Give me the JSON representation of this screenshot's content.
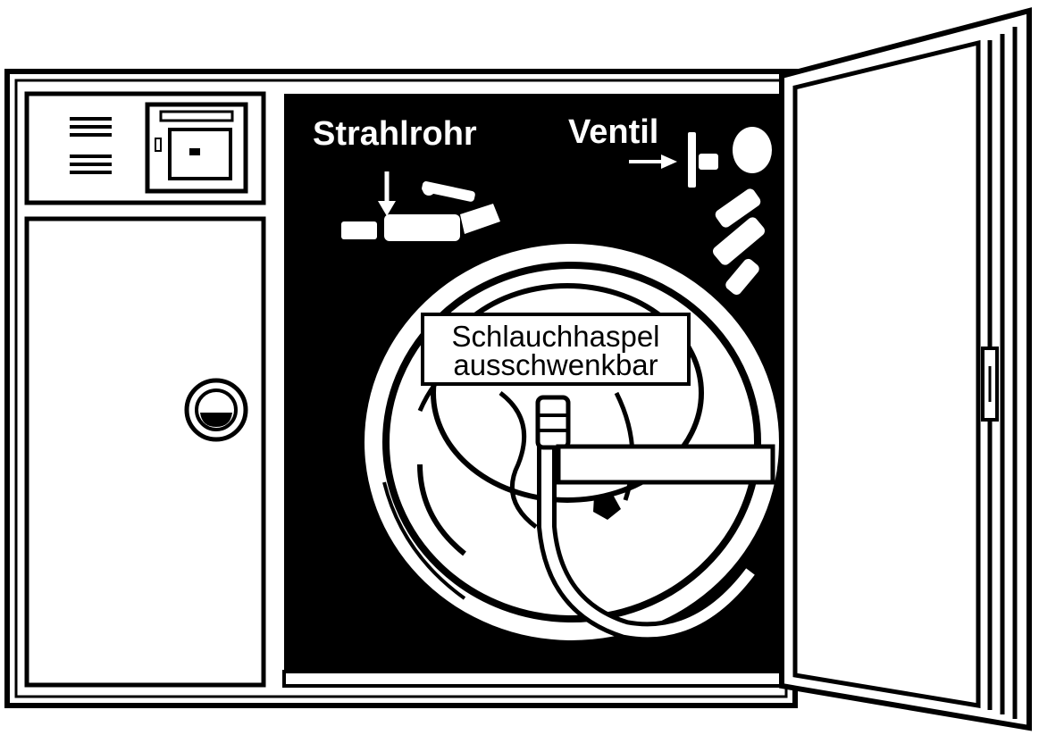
{
  "labels": {
    "nozzle": "Strahlrohr",
    "valve": "Ventil",
    "reel_line1": "Schlauchhaspel",
    "reel_line2": "ausschwenkbar"
  },
  "colors": {
    "ink": "#000000",
    "paper": "#ffffff"
  },
  "icons": [
    "vent-icon",
    "nozzle-icon",
    "valve-icon",
    "lock-icon",
    "hinge-icon",
    "arrow-icon"
  ]
}
